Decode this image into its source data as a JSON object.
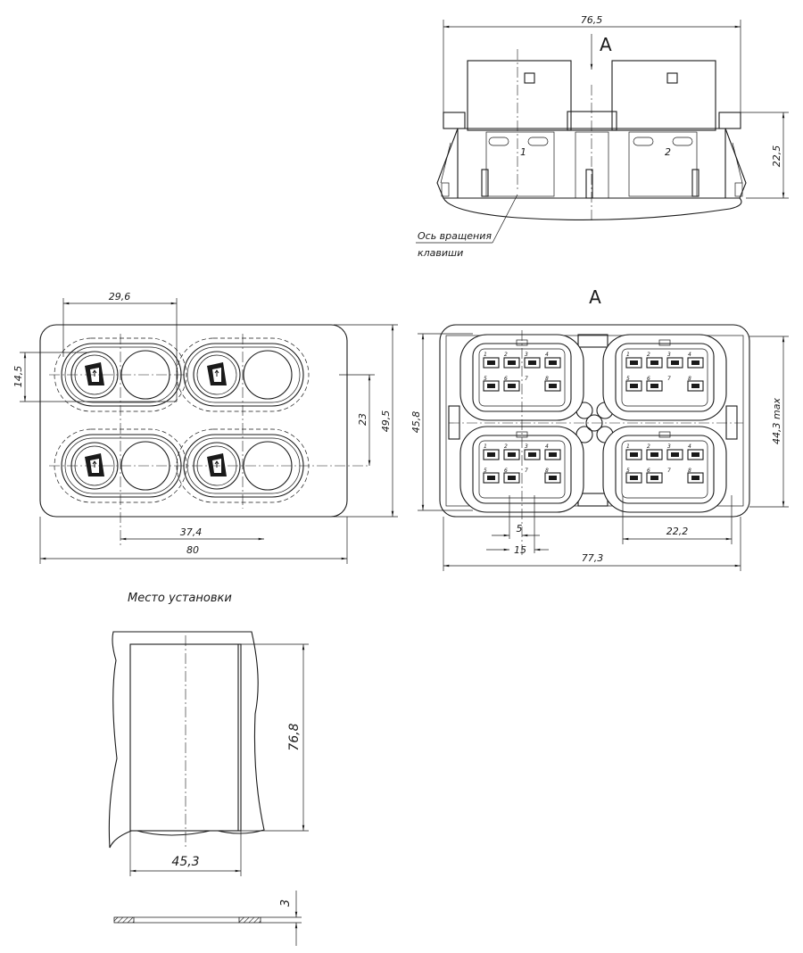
{
  "top_view": {
    "width_dim": "76,5",
    "height_dim": "22,5",
    "view_marker": "A",
    "axis_note_line1": "Ось вращения",
    "axis_note_line2": "клавиши",
    "left_number": "1",
    "right_number": "2"
  },
  "front_view": {
    "dim_pitch": "29,6",
    "dim_height_small": "14,5",
    "dim_rows": "23",
    "dim_height": "49,5",
    "dim_center": "37,4",
    "dim_width": "80"
  },
  "rear_view": {
    "title": "A",
    "dim_height_left": "45,8",
    "dim_height_right": "44,3 max",
    "dim_5": "5",
    "dim_15": "15",
    "dim_22_2": "22,2",
    "dim_width": "77,3"
  },
  "pin_labels": [
    "5",
    "6",
    "7",
    "8",
    "1",
    "2",
    "3",
    "4"
  ],
  "mount": {
    "title": "Место установки",
    "dim_height": "76,8",
    "dim_width": "45,3",
    "dim_thickness": "3"
  }
}
